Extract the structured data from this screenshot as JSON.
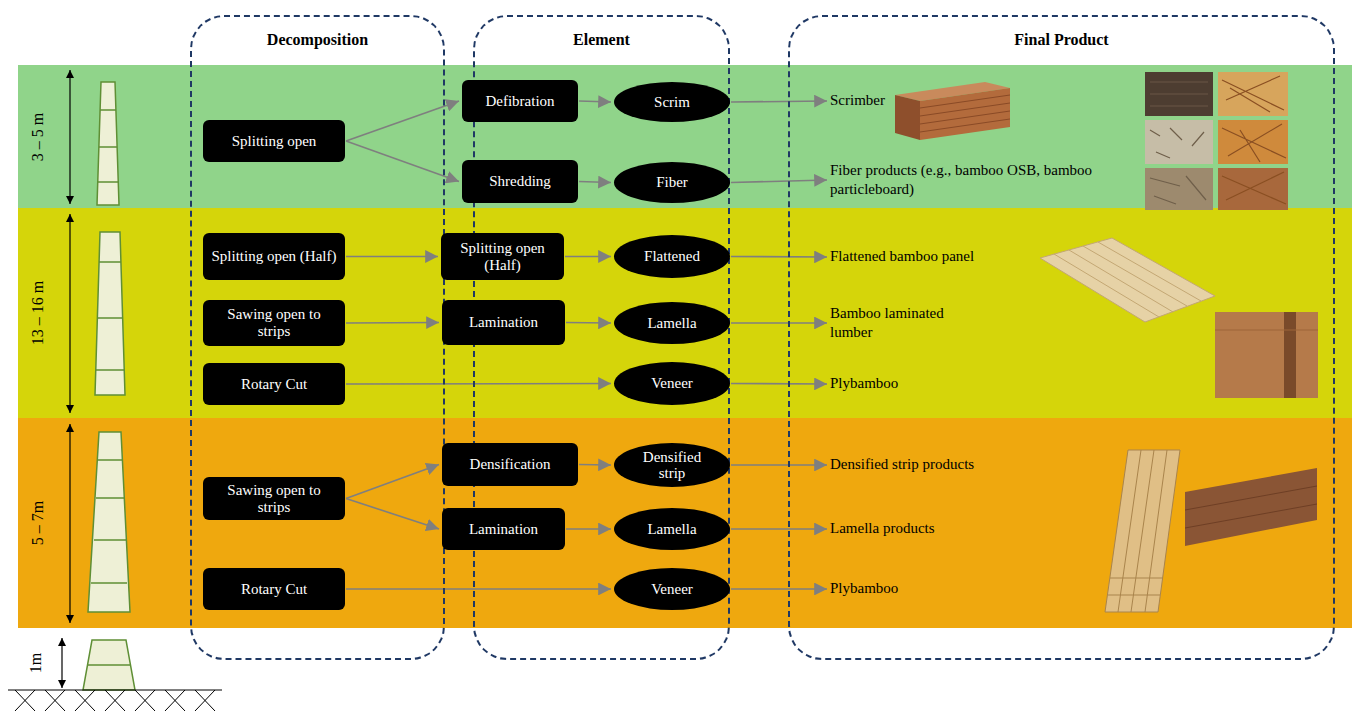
{
  "diagram": {
    "nodes": [
      {
        "text": [
          "Decomposition"
        ]
      },
      {
        "text": [
          "Splitting open"
        ],
        "in": 0
      },
      {
        "text": [
          "Splitting open (Half)"
        ],
        "in": 0
      },
      {
        "text": [
          "Sawing open to strips"
        ],
        "in": 0
      },
      {
        "text": [
          "Rotary Cut"
        ],
        "in": 0
      },
      {
        "text": [
          "Sawing open to strips"
        ],
        "in": 0
      },
      {
        "text": [
          "Rotary Cut"
        ],
        "in": 0
      },
      {
        "text": [
          "Element"
        ]
      },
      {
        "text": [
          "Defibration"
        ],
        "in": 7
      },
      {
        "text": [
          "Scrim"
        ],
        "in": 7
      },
      {
        "text": [
          "Shredding"
        ],
        "in": 7
      },
      {
        "text": [
          "Fiber"
        ],
        "in": 7
      },
      {
        "text": [
          "Splitting open (Half)"
        ],
        "in": 7
      },
      {
        "text": [
          "Flattened"
        ],
        "in": 7
      },
      {
        "text": [
          "Lamination"
        ],
        "in": 7
      },
      {
        "text": [
          "Lamella"
        ],
        "in": 7
      },
      {
        "text": [
          "Veneer"
        ],
        "in": 7
      },
      {
        "text": [
          "Densification"
        ],
        "in": 7
      },
      {
        "text": [
          "Densified strip"
        ],
        "in": 7
      },
      {
        "text": [
          "Lamination"
        ],
        "in": 7
      },
      {
        "text": [
          "Lamella"
        ],
        "in": 7
      },
      {
        "text": [
          "Veneer"
        ],
        "in": 7
      },
      {
        "text": [
          "Final Product"
        ]
      },
      {
        "text": [
          "Scrimber"
        ],
        "in": 22
      },
      {
        "text": [
          "Fiber products (e.g., bamboo OSB, bamboo particleboard)"
        ],
        "in": 22
      },
      {
        "text": [
          "Flattened bamboo panel"
        ],
        "in": 22
      },
      {
        "text": [
          "Bamboo laminated lumber"
        ],
        "in": 22
      },
      {
        "text": [
          "Plybamboo"
        ],
        "in": 22
      },
      {
        "text": [
          "Densified strip products"
        ],
        "in": 22
      },
      {
        "text": [
          "Lamella products"
        ],
        "in": 22
      },
      {
        "text": [
          "Plybamboo"
        ],
        "in": 22
      }
    ],
    "edges": [
      {
        "from": 1,
        "to": 8,
        "arrow": "to"
      },
      {
        "from": 1,
        "to": 10,
        "arrow": "to"
      },
      {
        "from": 8,
        "to": 9,
        "arrow": "to"
      },
      {
        "from": 10,
        "to": 11,
        "arrow": "to"
      },
      {
        "from": 9,
        "to": 23,
        "arrow": "to"
      },
      {
        "from": 11,
        "to": 24,
        "arrow": "to"
      },
      {
        "from": 2,
        "to": 12,
        "arrow": "to"
      },
      {
        "from": 12,
        "to": 13,
        "arrow": "to"
      },
      {
        "from": 13,
        "to": 25,
        "arrow": "to"
      },
      {
        "from": 3,
        "to": 14,
        "arrow": "to"
      },
      {
        "from": 14,
        "to": 15,
        "arrow": "to"
      },
      {
        "from": 15,
        "to": 26,
        "arrow": "to"
      },
      {
        "from": 4,
        "to": 16,
        "arrow": "to"
      },
      {
        "from": 16,
        "to": 27,
        "arrow": "to"
      },
      {
        "from": 5,
        "to": 17,
        "arrow": "to"
      },
      {
        "from": 5,
        "to": 19,
        "arrow": "to"
      },
      {
        "from": 17,
        "to": 18,
        "arrow": "to"
      },
      {
        "from": 19,
        "to": 20,
        "arrow": "to"
      },
      {
        "from": 18,
        "to": 28,
        "arrow": "to"
      },
      {
        "from": 20,
        "to": 29,
        "arrow": "to"
      },
      {
        "from": 6,
        "to": 21,
        "arrow": "to"
      },
      {
        "from": 21,
        "to": 30,
        "arrow": "to"
      }
    ],
    "labels": [
      "3 – 5 m",
      "13 – 16 m",
      "5 – 7m",
      "1m"
    ]
  }
}
